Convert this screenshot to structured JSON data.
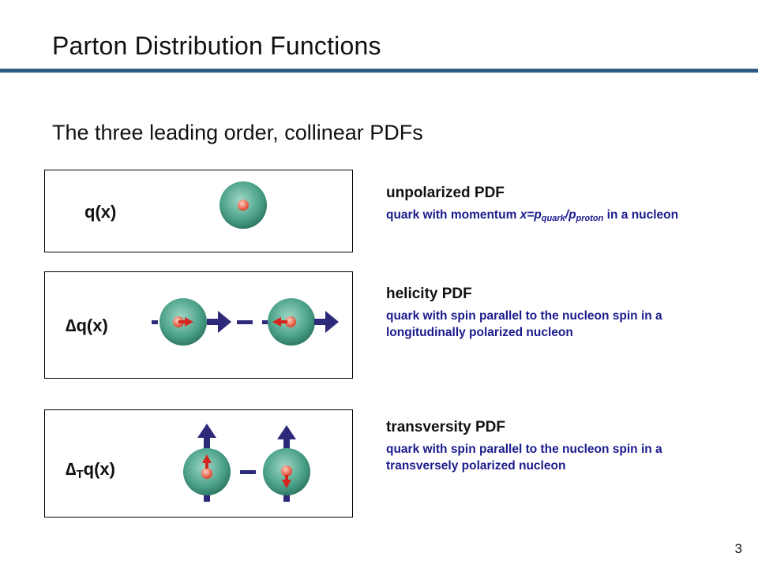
{
  "slide": {
    "title": "Parton Distribution Functions",
    "subtitle": "The three leading order, collinear PDFs",
    "page_number": "3"
  },
  "panels": [
    {
      "label_main": "q(x)",
      "label_sub": "",
      "desc_title": "unpolarized PDF",
      "desc_lines": [
        "quark with momentum ",
        "x=p",
        "quark",
        "/p",
        "proton",
        "  in a nucleon"
      ]
    },
    {
      "label_main": "∆q(x)",
      "label_sub": "",
      "desc_title": "helicity PDF",
      "desc_text": "quark with spin parallel to the nucleon spin in a longitudinally polarized nucleon"
    },
    {
      "label_prefix": "∆",
      "label_sub": "T",
      "label_main": "q(x)",
      "desc_title": "transversity PDF",
      "desc_text": "quark with spin parallel to the nucleon spin in a transversely polarized nucleon"
    }
  ],
  "colors": {
    "title_rule": "#2f5b82",
    "nucleon": "#4aa088",
    "quark": "#e8604a",
    "spin_arrow": "#2e2a7a",
    "quark_arrow": "#d4261e",
    "desc_text": "#1a1a8c"
  }
}
